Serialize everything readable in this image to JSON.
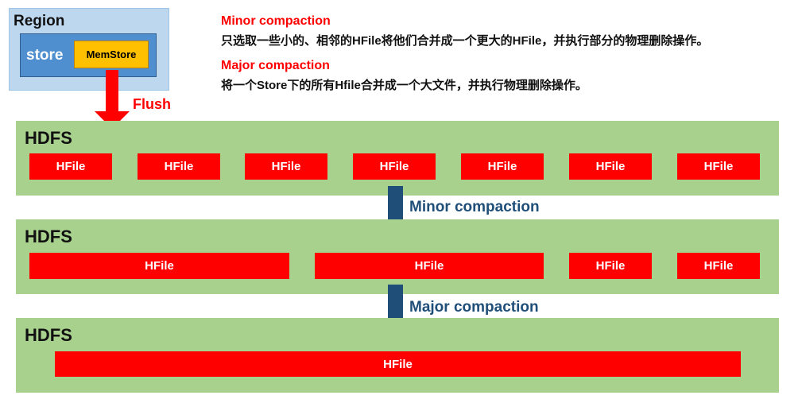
{
  "region": {
    "title": "Region",
    "store_label": "store",
    "memstore_label": "MemStore"
  },
  "notes": {
    "minor_title": "Minor compaction",
    "minor_desc": "只选取一些小的、相邻的HFile将他们合并成一个更大的HFile，并执行部分的物理删除操作。",
    "major_title": "Major compaction",
    "major_desc": "将一个Store下的所有Hfile合并成一个大文件，并执行物理删除操作。"
  },
  "flush_label": "Flush",
  "hdfs_label": "HDFS",
  "hfile_label": "HFile",
  "steps": {
    "minor_label": "Minor compaction",
    "major_label": "Major compaction"
  },
  "colors": {
    "region_bg": "#bdd7ee",
    "store_bg": "#4f8fcf",
    "memstore_bg": "#ffc000",
    "hdfs_bg": "#a9d18e",
    "hfile_bg": "#ff0000",
    "flush_arrow": "#ff0000",
    "compaction_arrow": "#1f4e79"
  }
}
